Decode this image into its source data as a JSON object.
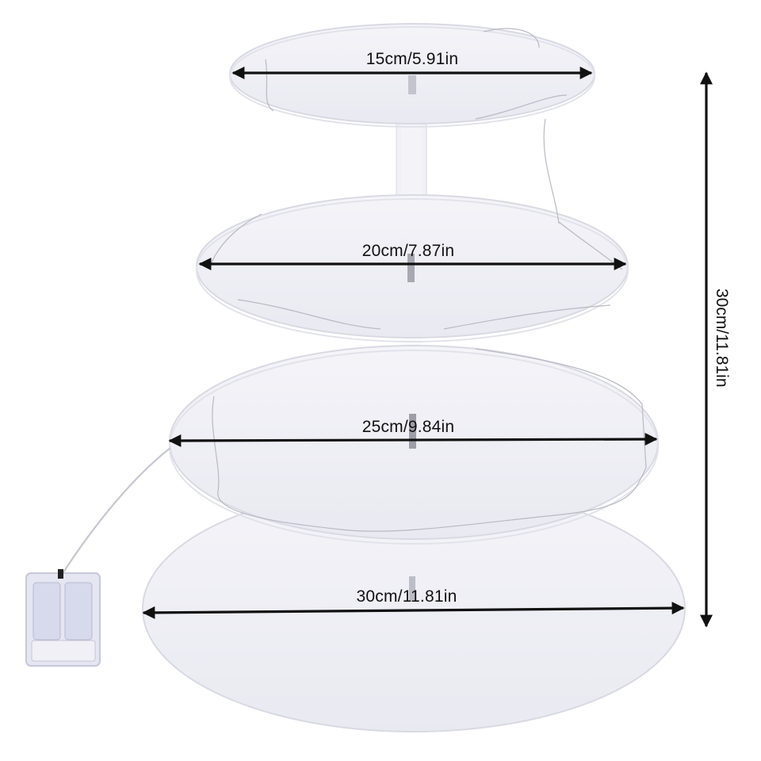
{
  "product": {
    "description": "4-tier round clear acrylic cake stand with LED fairy string lights and battery box",
    "colors": {
      "background": "#ffffff",
      "acrylic_fill": "#eeeef5",
      "acrylic_edge": "#d9d9e3",
      "arrow": "#111111",
      "text": "#111111",
      "wire": "#b9b9c4"
    }
  },
  "dimensions": {
    "tiers": [
      {
        "name": "top",
        "label": "15cm/5.91in",
        "cm": 15,
        "in": 5.91
      },
      {
        "name": "second",
        "label": "20cm/7.87in",
        "cm": 20,
        "in": 7.87
      },
      {
        "name": "third",
        "label": "25cm/9.84in",
        "cm": 25,
        "in": 9.84
      },
      {
        "name": "bottom",
        "label": "30cm/11.81in",
        "cm": 30,
        "in": 11.81
      }
    ],
    "height": {
      "label": "30cm/11.81in",
      "cm": 30,
      "in": 11.81
    }
  },
  "accessories": {
    "battery_box": {
      "icon": "battery-box-icon",
      "switch": "on-off-switch"
    },
    "string_lights": {
      "icon": "led-string-lights"
    }
  }
}
